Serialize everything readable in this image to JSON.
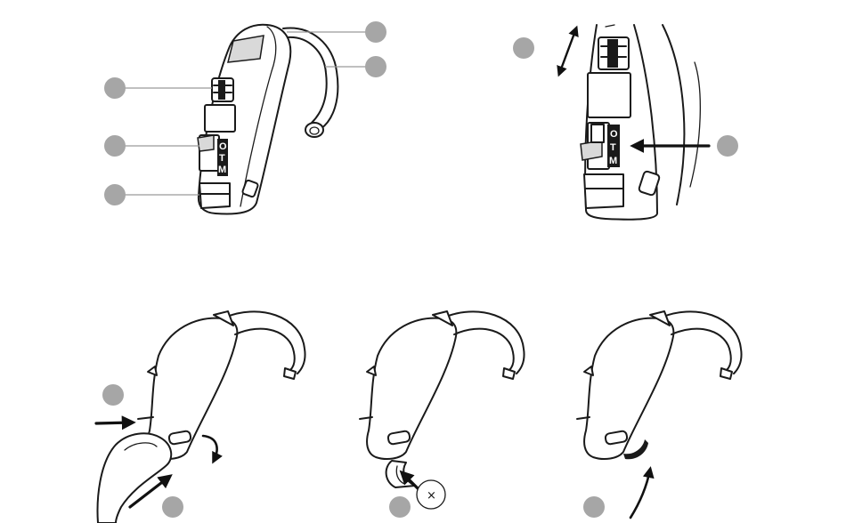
{
  "switch_labels": {
    "o": "O",
    "t": "T",
    "m": "M"
  },
  "no_symbol": "×",
  "colors": {
    "callout": "#a6a6a6",
    "stroke": "#1a1a1a",
    "arrow": "#111111",
    "background": "#ffffff"
  }
}
